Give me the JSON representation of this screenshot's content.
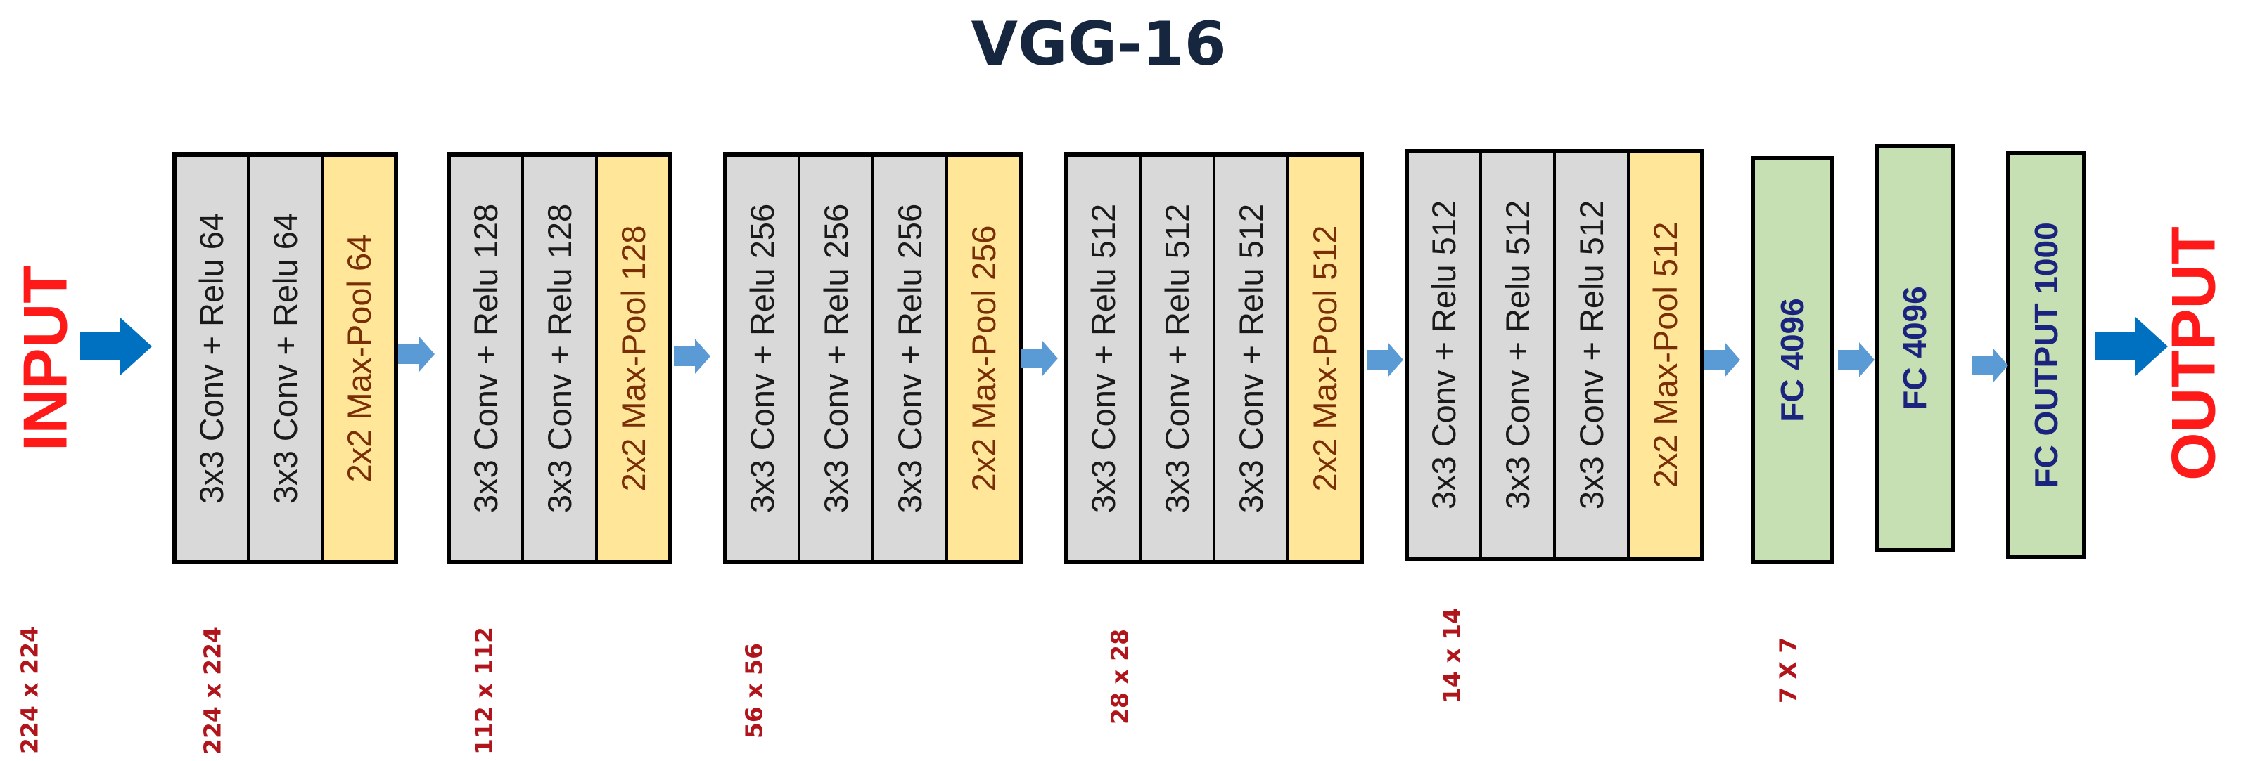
{
  "title": "VGG-16",
  "input_label": "INPUT",
  "output_label": "OUTPUT",
  "colors": {
    "title": "#17263f",
    "io_label": "#ff1a1a",
    "size_label": "#b0151b",
    "conv_fill": "#d9d9d9",
    "pool_fill": "#ffe699",
    "pool_text": "#7a2e05",
    "fc_fill": "#c6e0b4",
    "fc_text": "#1a237e",
    "arrow_big": "#0070c0",
    "arrow_small": "#5b9bd5"
  },
  "blocks": [
    {
      "layers": [
        {
          "kind": "conv",
          "label": "3x3  Conv + Relu  64"
        },
        {
          "kind": "conv",
          "label": "3x3  Conv + Relu  64"
        },
        {
          "kind": "pool",
          "label": "2x2  Max-Pool  64"
        }
      ]
    },
    {
      "layers": [
        {
          "kind": "conv",
          "label": "3x3  Conv + Relu  128"
        },
        {
          "kind": "conv",
          "label": "3x3  Conv + Relu  128"
        },
        {
          "kind": "pool",
          "label": "2x2  Max-Pool  128"
        }
      ]
    },
    {
      "layers": [
        {
          "kind": "conv",
          "label": "3x3  Conv + Relu  256"
        },
        {
          "kind": "conv",
          "label": "3x3  Conv + Relu  256"
        },
        {
          "kind": "conv",
          "label": "3x3  Conv + Relu  256"
        },
        {
          "kind": "pool",
          "label": "2x2  Max-Pool  256"
        }
      ]
    },
    {
      "layers": [
        {
          "kind": "conv",
          "label": "3x3  Conv + Relu  512"
        },
        {
          "kind": "conv",
          "label": "3x3  Conv + Relu  512"
        },
        {
          "kind": "conv",
          "label": "3x3  Conv + Relu  512"
        },
        {
          "kind": "pool",
          "label": "2x2  Max-Pool  512"
        }
      ]
    },
    {
      "layers": [
        {
          "kind": "conv",
          "label": "3x3  Conv + Relu  512"
        },
        {
          "kind": "conv",
          "label": "3x3  Conv + Relu  512"
        },
        {
          "kind": "conv",
          "label": "3x3  Conv + Relu  512"
        },
        {
          "kind": "pool",
          "label": "2x2  Max-Pool  512"
        }
      ]
    }
  ],
  "fc_layers": [
    {
      "label": "FC  4096"
    },
    {
      "label": "FC  4096"
    },
    {
      "label": "FC  OUTPUT  1000"
    }
  ],
  "sizes": [
    "224 x 224",
    "224 x 224",
    "112 x 112",
    "56 x 56",
    "28 x 28",
    "14 x 14",
    "7  X  7"
  ]
}
